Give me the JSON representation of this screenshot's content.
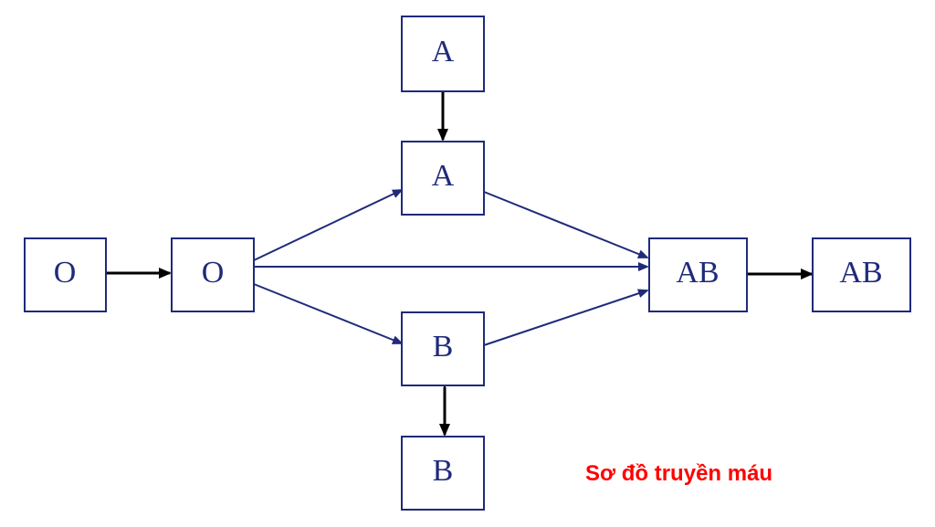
{
  "nodes": {
    "o_left": {
      "label": "O"
    },
    "o_center": {
      "label": "O"
    },
    "a_top": {
      "label": "A"
    },
    "a_mid": {
      "label": "A"
    },
    "b_mid": {
      "label": "B"
    },
    "b_bottom": {
      "label": "B"
    },
    "ab_center": {
      "label": "AB"
    },
    "ab_right": {
      "label": "AB"
    }
  },
  "caption": "Sơ đồ truyền máu",
  "colors": {
    "box_border": "#1f2a7a",
    "text": "#1f2a7a",
    "flow_arrow": "#1f2a7a",
    "self_arrow": "#000000",
    "caption": "#ff0000"
  }
}
